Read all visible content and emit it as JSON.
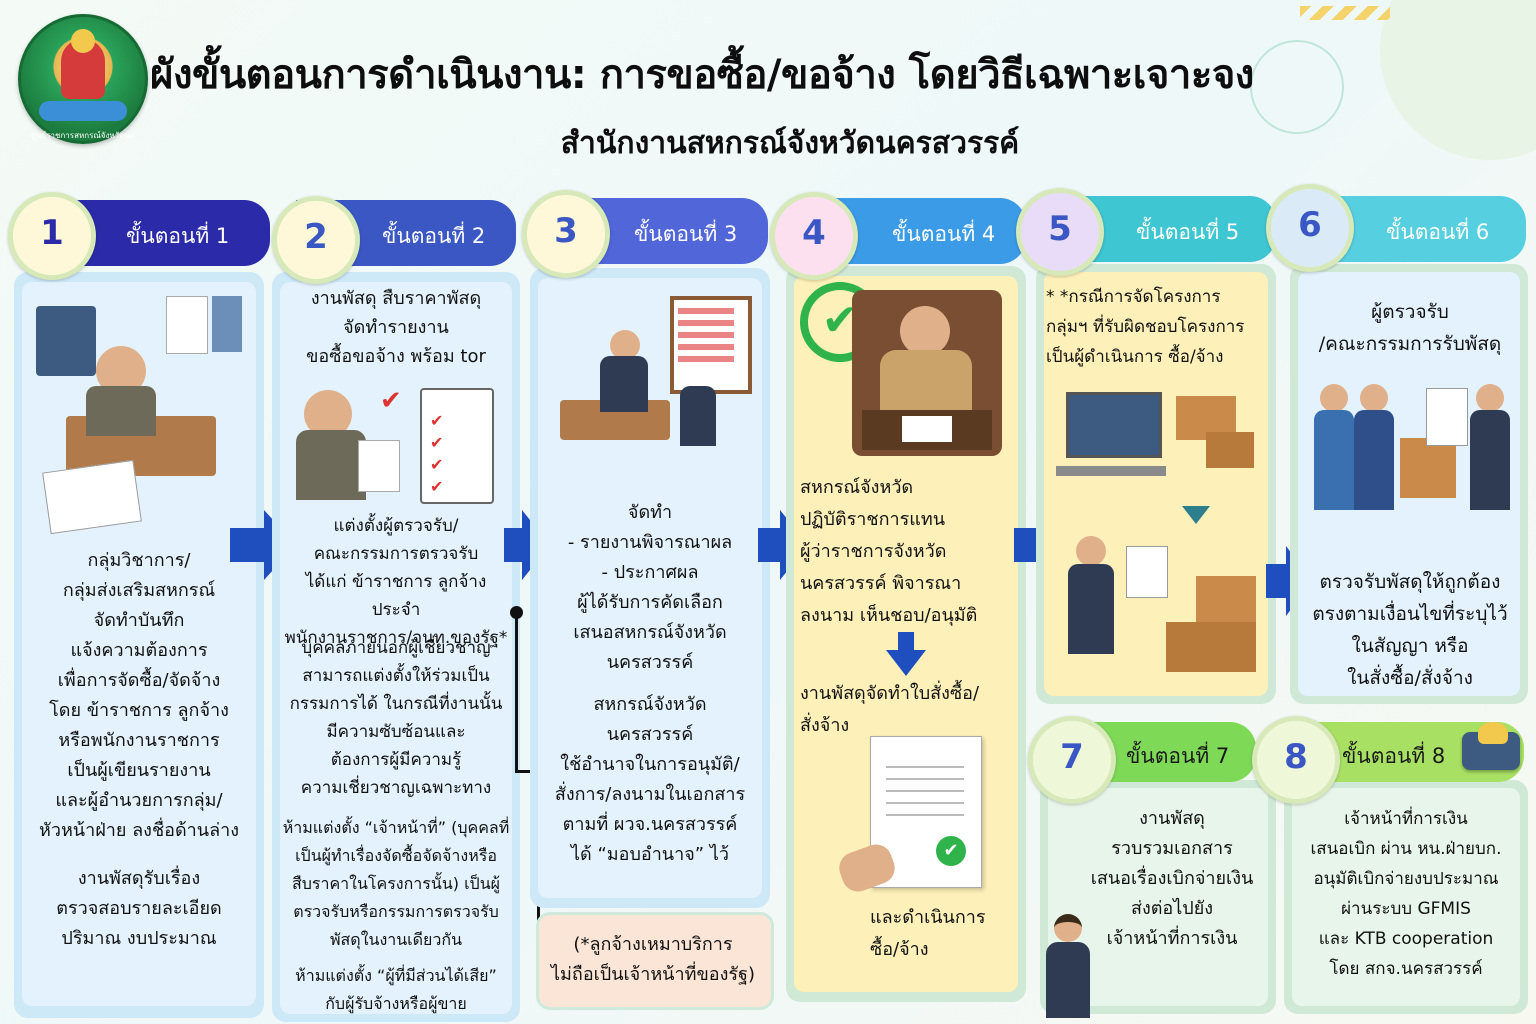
{
  "title": "ผังขั้นตอนการดำเนินงาน: การขอซื้อ/ขอจ้าง โดยวิธีเฉพาะเจาะจง",
  "subtitle": "สำนักงานสหกรณ์จังหวัดนครสวรรค์",
  "logo_text": "ศูนย์ราชการสหกรณ์จังหวัดนครสวรรค์",
  "steps": [
    {
      "number": "1",
      "label": "ขั้นตอนที่ 1",
      "color": "#2b2aa8",
      "lines": [
        "กลุ่มวิชาการ/",
        "กลุ่มส่งเสริมสหกรณ์",
        "จัดทำบันทึก",
        "แจ้งความต้องการ",
        "เพื่อการจัดซื้อ/จัดจ้าง",
        "โดย ข้าราชการ ลูกจ้าง",
        "หรือพนักงานราชการ",
        "เป็นผู้เขียนรายงาน",
        "และผู้อำนวยการกลุ่ม/",
        "หัวหน้าฝ่าย ลงชื่อด้านล่าง"
      ],
      "lines2": [
        "งานพัสดุรับเรื่อง",
        "ตรวจสอบรายละเอียด",
        "ปริมาณ งบประมาณ"
      ]
    },
    {
      "number": "2",
      "label": "ขั้นตอนที่ 2",
      "color": "#3a57c4",
      "top_lines": [
        "งานพัสดุ สืบราคาพัสดุ",
        "จัดทำรายงาน",
        "ขอซื้อขอจ้าง พร้อม tor"
      ],
      "lines": [
        "แต่งตั้งผู้ตรวจรับ/",
        "คณะกรรมการตรวจรับ",
        "ได้แก่ ข้าราชการ ลูกจ้างประจำ",
        "พนักงานราชการ/จนท.ของรัฐ*"
      ],
      "lines2": [
        "บุคคลภายนอกผู้เชี่ยวชาญ",
        "สามารถแต่งตั้งให้ร่วมเป็น",
        "กรรมการได้ ในกรณีที่งานนั้น",
        "มีความซับซ้อนและ",
        "ต้องการผู้มีความรู้",
        "ความเชี่ยวชาญเฉพาะทาง"
      ],
      "lines3": [
        "ห้ามแต่งตั้ง “เจ้าหน้าที่” (บุคคลที่",
        "เป็นผู้ทำเรื่องจัดซื้อจัดจ้างหรือ",
        "สืบราคาในโครงการนั้น) เป็นผู้",
        "ตรวจรับหรือกรรมการตรวจรับ",
        "พัสดุในงานเดียวกัน"
      ],
      "lines4": [
        "ห้ามแต่งตั้ง “ผู้ที่มีส่วนได้เสีย”",
        "กับผู้รับจ้างหรือผู้ขาย"
      ]
    },
    {
      "number": "3",
      "label": "ขั้นตอนที่ 3",
      "color": "#5166d8",
      "lines": [
        "จัดทำ",
        "- รายงานพิจารณาผล",
        "- ประกาศผล",
        "ผู้ได้รับการคัดเลือก",
        "เสนอสหกรณ์จังหวัด",
        "นครสวรรค์"
      ],
      "lines2": [
        "สหกรณ์จังหวัด",
        "นครสวรรค์",
        "ใช้อำนาจในการอนุมัติ/",
        "สั่งการ/ลงนามในเอกสาร",
        "ตามที่ ผวจ.นครสวรรค์",
        "ได้ “มอบอำนาจ” ไว้"
      ],
      "note": [
        "(*ลูกจ้างเหมาบริการ",
        "ไม่ถือเป็นเจ้าหน้าที่ของรัฐ)"
      ]
    },
    {
      "number": "4",
      "label": "ขั้นตอนที่ 4",
      "color": "#3b9be6",
      "lines": [
        "สหกรณ์จังหวัด",
        "ปฏิบัติราชการแทน",
        "ผู้ว่าราชการจังหวัด",
        "นครสวรรค์ พิจารณา",
        "ลงนาม เห็นชอบ/อนุมัติ"
      ],
      "lines2": [
        "งานพัสดุจัดทำใบสั่งซื้อ/",
        "สั่งจ้าง"
      ],
      "lines3": [
        "และดำเนินการ",
        "ซื้อ/จ้าง"
      ]
    },
    {
      "number": "5",
      "label": "ขั้นตอนที่ 5",
      "color": "#3fc6d3",
      "lines": [
        "* *กรณีการจัดโครงการ",
        "กลุ่มฯ ที่รับผิดชอบโครงการ",
        "เป็นผู้ดำเนินการ ซื้อ/จ้าง"
      ]
    },
    {
      "number": "6",
      "label": "ขั้นตอนที่ 6",
      "color": "#56cfe0",
      "lines": [
        "ผู้ตรวจรับ",
        "/คณะกรรมการรับพัสดุ"
      ],
      "lines2": [
        "ตรวจรับพัสดุให้ถูกต้อง",
        "ตรงตามเงื่อนไขที่ระบุไว้",
        "ในสัญญา หรือ",
        "ในสั่งซื้อ/สั่งจ้าง"
      ]
    },
    {
      "number": "7",
      "label": "ขั้นตอนที่ 7",
      "color": "#7ed957",
      "lines": [
        "งานพัสดุ",
        "รวบรวมเอกสาร",
        "เสนอเรื่องเบิกจ่ายเงิน",
        "ส่งต่อไปยัง",
        "เจ้าหน้าที่การเงิน"
      ]
    },
    {
      "number": "8",
      "label": "ขั้นตอนที่ 8",
      "color": "#a8e063",
      "lines": [
        "เจ้าหน้าที่การเงิน",
        "เสนอเบิก ผ่าน หน.ฝ่ายบก.",
        "อนุมัติเบิกจ่ายงบประมาณ",
        "ผ่านระบบ GFMIS",
        "และ KTB cooperation",
        "โดย สกจ.นครสวรรค์"
      ]
    }
  ],
  "colors": {
    "arrow": "#1f4fbf",
    "panel1": "#dff0fb",
    "panel4": "#fdf3c4",
    "panel5": "#fdf3c4",
    "note_bg": "#fbd7c4"
  }
}
